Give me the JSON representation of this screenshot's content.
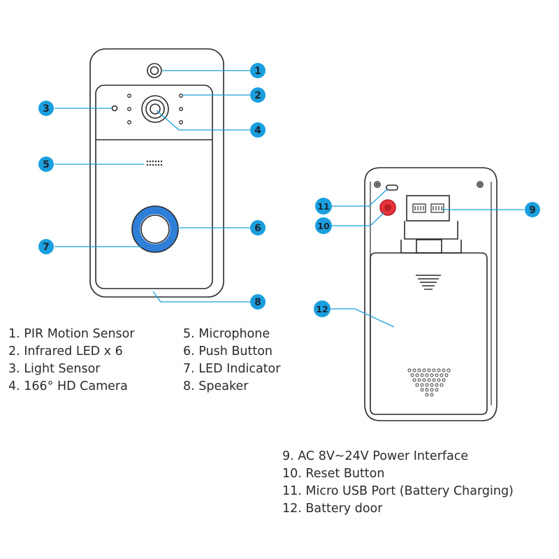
{
  "callouts": [
    {
      "id": 1,
      "label": "1"
    },
    {
      "id": 2,
      "label": "2"
    },
    {
      "id": 3,
      "label": "3"
    },
    {
      "id": 4,
      "label": "4"
    },
    {
      "id": 5,
      "label": "5"
    },
    {
      "id": 6,
      "label": "6"
    },
    {
      "id": 7,
      "label": "7"
    },
    {
      "id": 8,
      "label": "8"
    },
    {
      "id": 9,
      "label": "9"
    },
    {
      "id": 10,
      "label": "10"
    },
    {
      "id": 11,
      "label": "11"
    },
    {
      "id": 12,
      "label": "12"
    }
  ],
  "legend": {
    "front_left": [
      "1. PIR Motion Sensor",
      "2. Infrared LED x 6",
      "3. Light Sensor",
      "4. 166° HD Camera"
    ],
    "front_right": [
      "5. Microphone",
      "6. Push Button",
      "7. LED Indicator",
      "8. Speaker"
    ],
    "back": [
      "9. AC 8V~24V Power Interface",
      "10. Reset Button",
      "11. Micro USB Port (Battery Charging)",
      "12. Battery door"
    ]
  },
  "colors": {
    "callout_fill": "#1a9fde",
    "callout_text": "#1b2733",
    "outline": "#2a2a2a",
    "button_ring": "#2f7fd8",
    "reset_button": "#e8333c"
  }
}
